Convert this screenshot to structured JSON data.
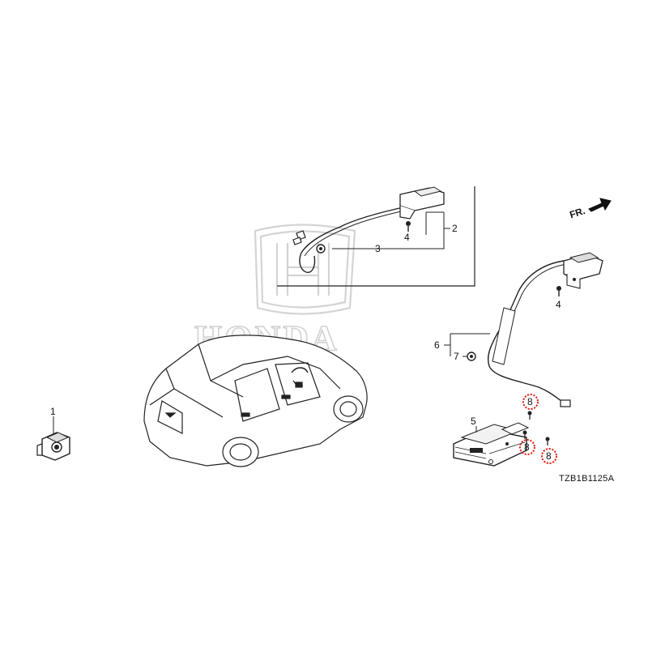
{
  "diagram": {
    "watermark_text": "HONDA",
    "direction_label": "FR.",
    "reference_code": "TZB1B1125A",
    "callouts": [
      {
        "id": "c1",
        "text": "1",
        "highlight": false
      },
      {
        "id": "c2",
        "text": "2",
        "highlight": false
      },
      {
        "id": "c3",
        "text": "3",
        "highlight": false
      },
      {
        "id": "c4a",
        "text": "4",
        "highlight": false
      },
      {
        "id": "c4b",
        "text": "4",
        "highlight": false
      },
      {
        "id": "c5",
        "text": "5",
        "highlight": false
      },
      {
        "id": "c6",
        "text": "6",
        "highlight": false
      },
      {
        "id": "c7",
        "text": "7",
        "highlight": false
      },
      {
        "id": "c8a",
        "text": "8",
        "highlight": true
      },
      {
        "id": "c8b",
        "text": "8",
        "highlight": true
      },
      {
        "id": "c8c",
        "text": "8",
        "highlight": true
      }
    ]
  }
}
